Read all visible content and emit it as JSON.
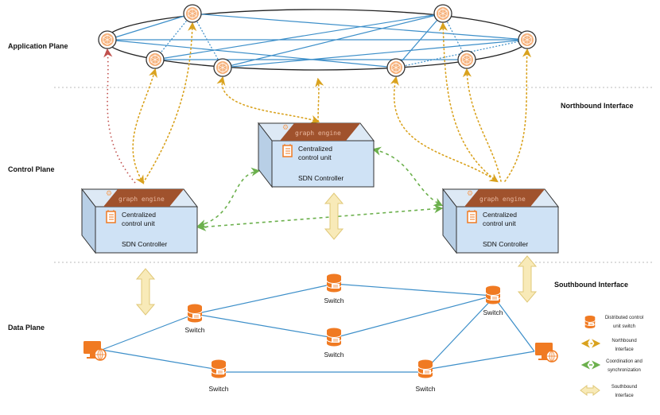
{
  "planes": {
    "application": "Application Plane",
    "control": "Control Plane",
    "data": "Data Plane"
  },
  "interfaces": {
    "northbound": "Northbound Interface",
    "southbound": "Southbound Interface"
  },
  "controllers": [
    {
      "engine": "graph engine",
      "unit_line1": "Centralized",
      "unit_line2": "control unit",
      "name": "SDN Controller"
    },
    {
      "engine": "graph engine",
      "unit_line1": "Centralized",
      "unit_line2": "control unit",
      "name": "SDN Controller"
    },
    {
      "engine": "graph engine",
      "unit_line1": "Centralized",
      "unit_line2": "control unit",
      "name": "SDN Controller"
    }
  ],
  "switches": [
    "Switch",
    "Switch",
    "Switch",
    "Switch",
    "Switch",
    "Switch"
  ],
  "legend": [
    {
      "icon": "distributed-switch-icon",
      "line1": "Distributed control",
      "line2": "unit switch"
    },
    {
      "icon": "northbound-arrow-icon",
      "line1": "Northbound",
      "line2": "Interface"
    },
    {
      "icon": "coordination-arrow-icon",
      "line1": "Coordination and",
      "line2": "synchronization"
    },
    {
      "icon": "southbound-arrow-icon",
      "line1": "Southbound",
      "line2": "Interface"
    }
  ],
  "colors": {
    "link": "#3d8fc9",
    "northbound": "#d9a21e",
    "coordination": "#6cb04d",
    "southbound": "#f5e3a8",
    "node": "#f08a3c",
    "controller": "#cfe2f5",
    "engine": "#a0522d"
  }
}
